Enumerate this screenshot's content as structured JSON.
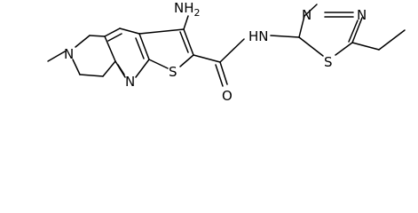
{
  "molecule": {
    "bond_color": "#000000",
    "background": "#ffffff",
    "labels": {
      "amine": "NH",
      "amine_sub": "2",
      "n_methyl": "N",
      "n_pyridine": "N",
      "s_thiophene": "S",
      "o_carbonyl": "O",
      "n_amide": "HN",
      "n_thiadiazole_1": "N",
      "n_thiadiazole_2": "N",
      "s_thiadiazole": "S"
    }
  }
}
